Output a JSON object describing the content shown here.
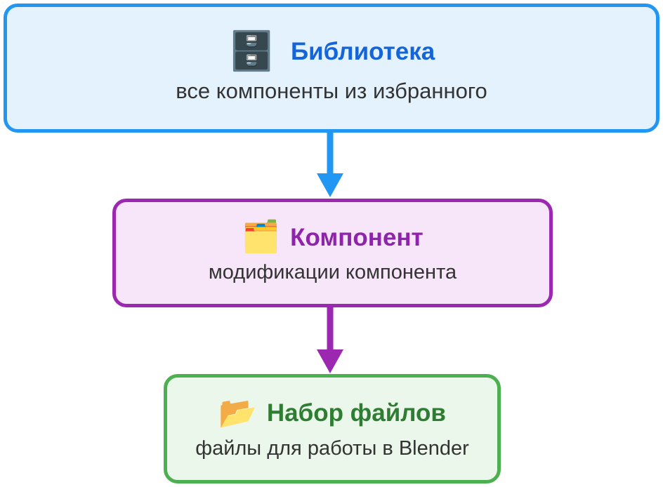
{
  "diagram": {
    "type": "flowchart",
    "direction": "top-to-bottom",
    "background_color": "#ffffff",
    "nodes": [
      {
        "id": "library",
        "icon": "file-cabinet-icon",
        "icon_glyph": "🗄️",
        "title": "Библиотека",
        "subtitle": "все компоненты из избранного",
        "title_color": "#1565d8",
        "border_color": "#2196f3",
        "fill_color": "#e3f2fd"
      },
      {
        "id": "component",
        "icon": "card-index-dividers-icon",
        "icon_glyph": "🗂️",
        "title": "Компонент",
        "subtitle": "модификации компонента",
        "title_color": "#8e24aa",
        "border_color": "#9c27b0",
        "fill_color": "#f7e6f9"
      },
      {
        "id": "fileset",
        "icon": "open-file-folder-icon",
        "icon_glyph": "📂",
        "title": "Набор файлов",
        "subtitle": "файлы для работы в Blender",
        "title_color": "#2e7d32",
        "border_color": "#4caf50",
        "fill_color": "#eaf7ea"
      }
    ],
    "arrows": [
      {
        "id": "library-to-component",
        "from": "library",
        "to": "component",
        "color": "#2196f3"
      },
      {
        "id": "component-to-fileset",
        "from": "component",
        "to": "fileset",
        "color": "#9c27b0"
      }
    ]
  }
}
